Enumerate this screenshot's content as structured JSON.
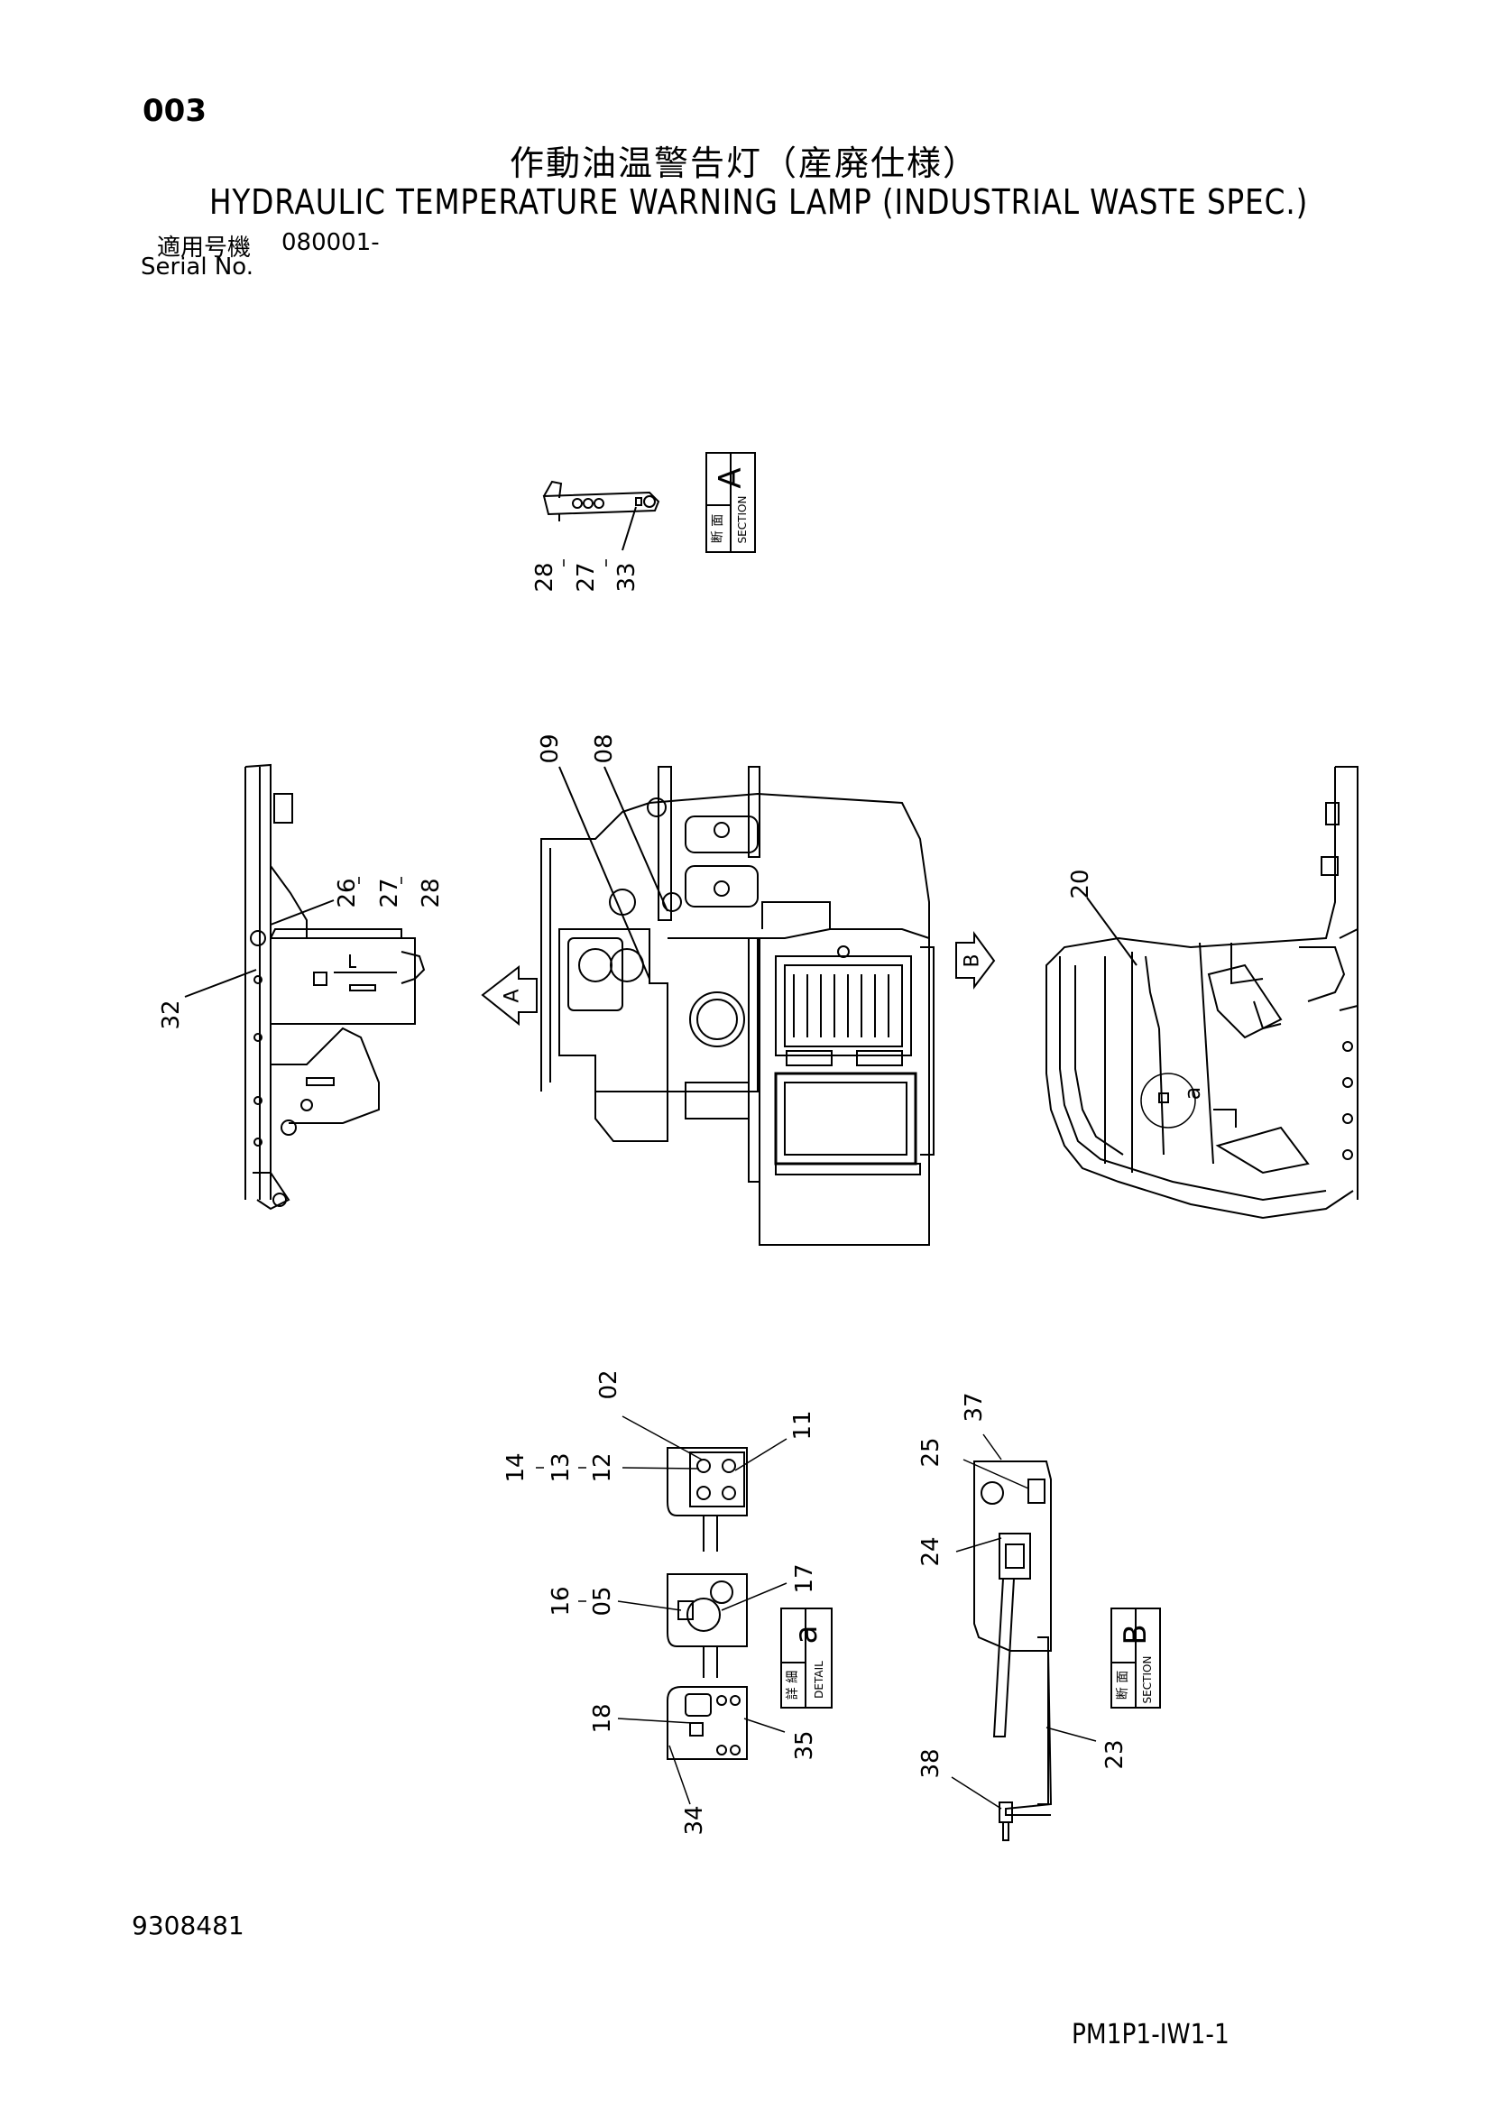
{
  "header": {
    "page_number": "003",
    "title_jp": "作動油温警告灯（産廃仕様）",
    "title_en": "HYDRAULIC TEMPERATURE WARNING LAMP (INDUSTRIAL WASTE SPEC.)",
    "serial_label_jp": "適用号機",
    "serial_value": "080001-",
    "serial_label_en": "Serial No."
  },
  "section_a": {
    "letter": "A",
    "jp": "断 面",
    "en": "SECTION",
    "parts": [
      "28",
      "27",
      "33"
    ]
  },
  "section_b": {
    "letter": "B",
    "jp": "断 面",
    "en": "SECTION"
  },
  "detail_a": {
    "letter": "a",
    "jp": "詳 細",
    "en": "DETAIL"
  },
  "arrows": {
    "left": "A",
    "right": "B",
    "circle": "a"
  },
  "callouts": {
    "p02": "02",
    "p05": "05",
    "p08": "08",
    "p09": "09",
    "p11": "11",
    "p12": "12",
    "p13": "13",
    "p14": "14",
    "p16": "16",
    "p17": "17",
    "p18": "18",
    "p20": "20",
    "p23": "23",
    "p24": "24",
    "p25": "25",
    "p26": "26",
    "p27": "27",
    "p28": "28",
    "p32": "32",
    "p34": "34",
    "p35": "35",
    "p37": "37",
    "p38": "38"
  },
  "footer": {
    "doc_number": "9308481",
    "drawing_code": "PM1P1-IW1-1"
  }
}
